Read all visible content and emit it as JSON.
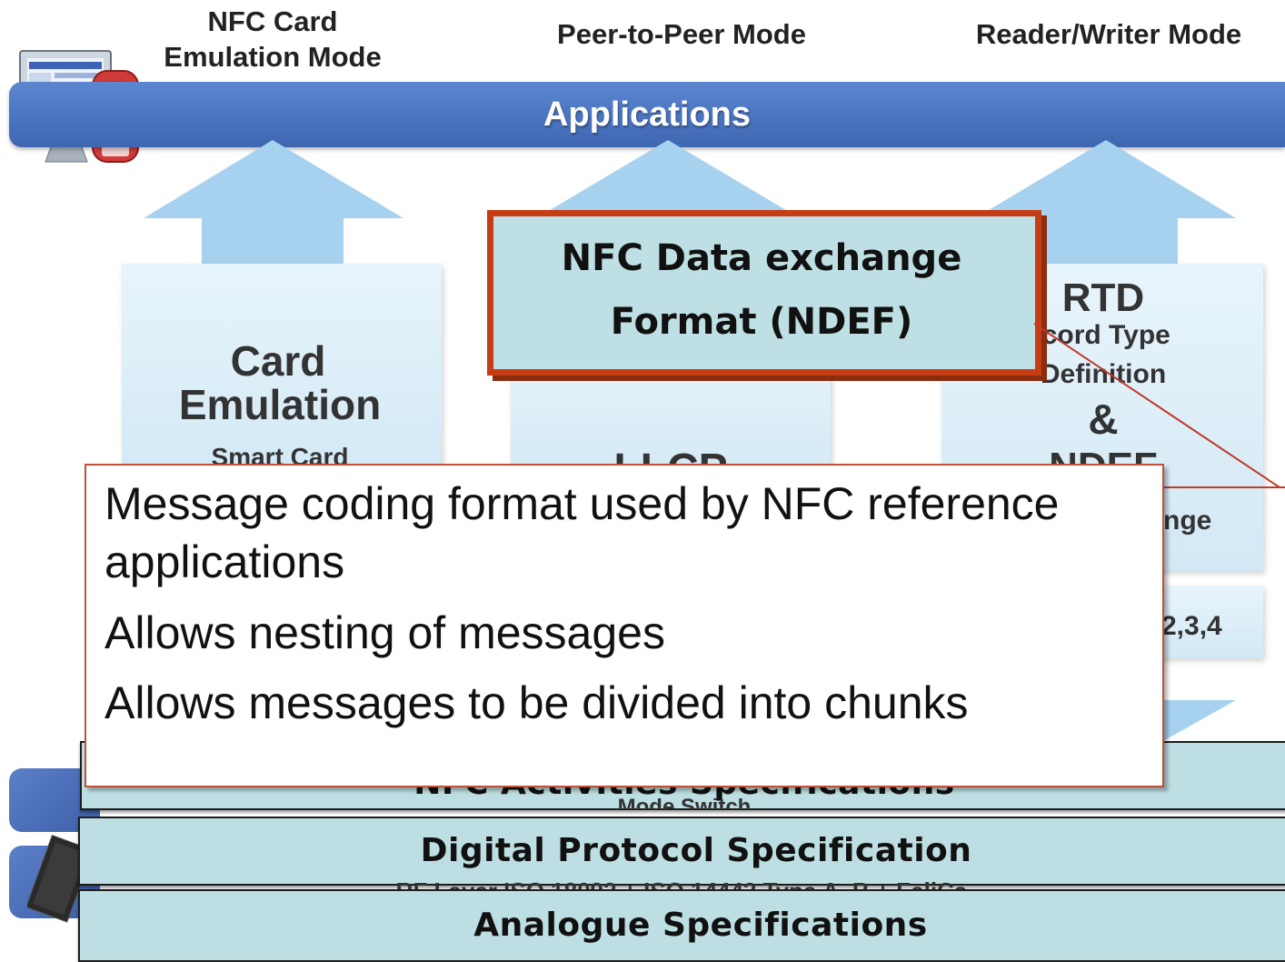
{
  "modes": {
    "card_emulation": "NFC Card\nEmulation Mode",
    "peer_to_peer": "Peer-to-Peer Mode",
    "reader_writer": "Reader/Writer Mode"
  },
  "applications_label": "Applications",
  "columns": {
    "card_emulation": {
      "title_line1": "Card",
      "title_line2": "Emulation",
      "subtitle": "Smart Card"
    },
    "llcp": {
      "title": "LLCP"
    },
    "rtd": {
      "title": "RTD",
      "subtitle_line1": "ecord Type",
      "subtitle_line2": "Definition",
      "ampersand": "&",
      "ndef_partial": "NDEF",
      "exchange_partial": "nge",
      "types_partial": "2,3,4"
    }
  },
  "ndef_box": {
    "line1": "NFC Data exchange",
    "line2": "Format (NDEF)"
  },
  "callout": {
    "lines": [
      "Message coding format used by NFC reference",
      "applications",
      "Allows nesting of messages",
      "Allows messages to be divided into chunks"
    ]
  },
  "specs": {
    "activities": "NFC Activities Specifications",
    "mode_switch": "Mode Switch",
    "digital": "Digital Protocol Specification",
    "hidden_row": "RF Layer ISO 18092 + ISO 14443 Type A, B + FeliCa",
    "analogue": "Analogue Specifications"
  },
  "colors": {
    "applications_bar": "#4a73bf",
    "ndef_border": "#c83c14",
    "spec_fill": "#bddfe3",
    "callout_border": "#c0503a",
    "arrow": "#a6d2f0"
  },
  "icons": [
    "computer-and-phone-icon",
    "nfc-chip-icon"
  ]
}
